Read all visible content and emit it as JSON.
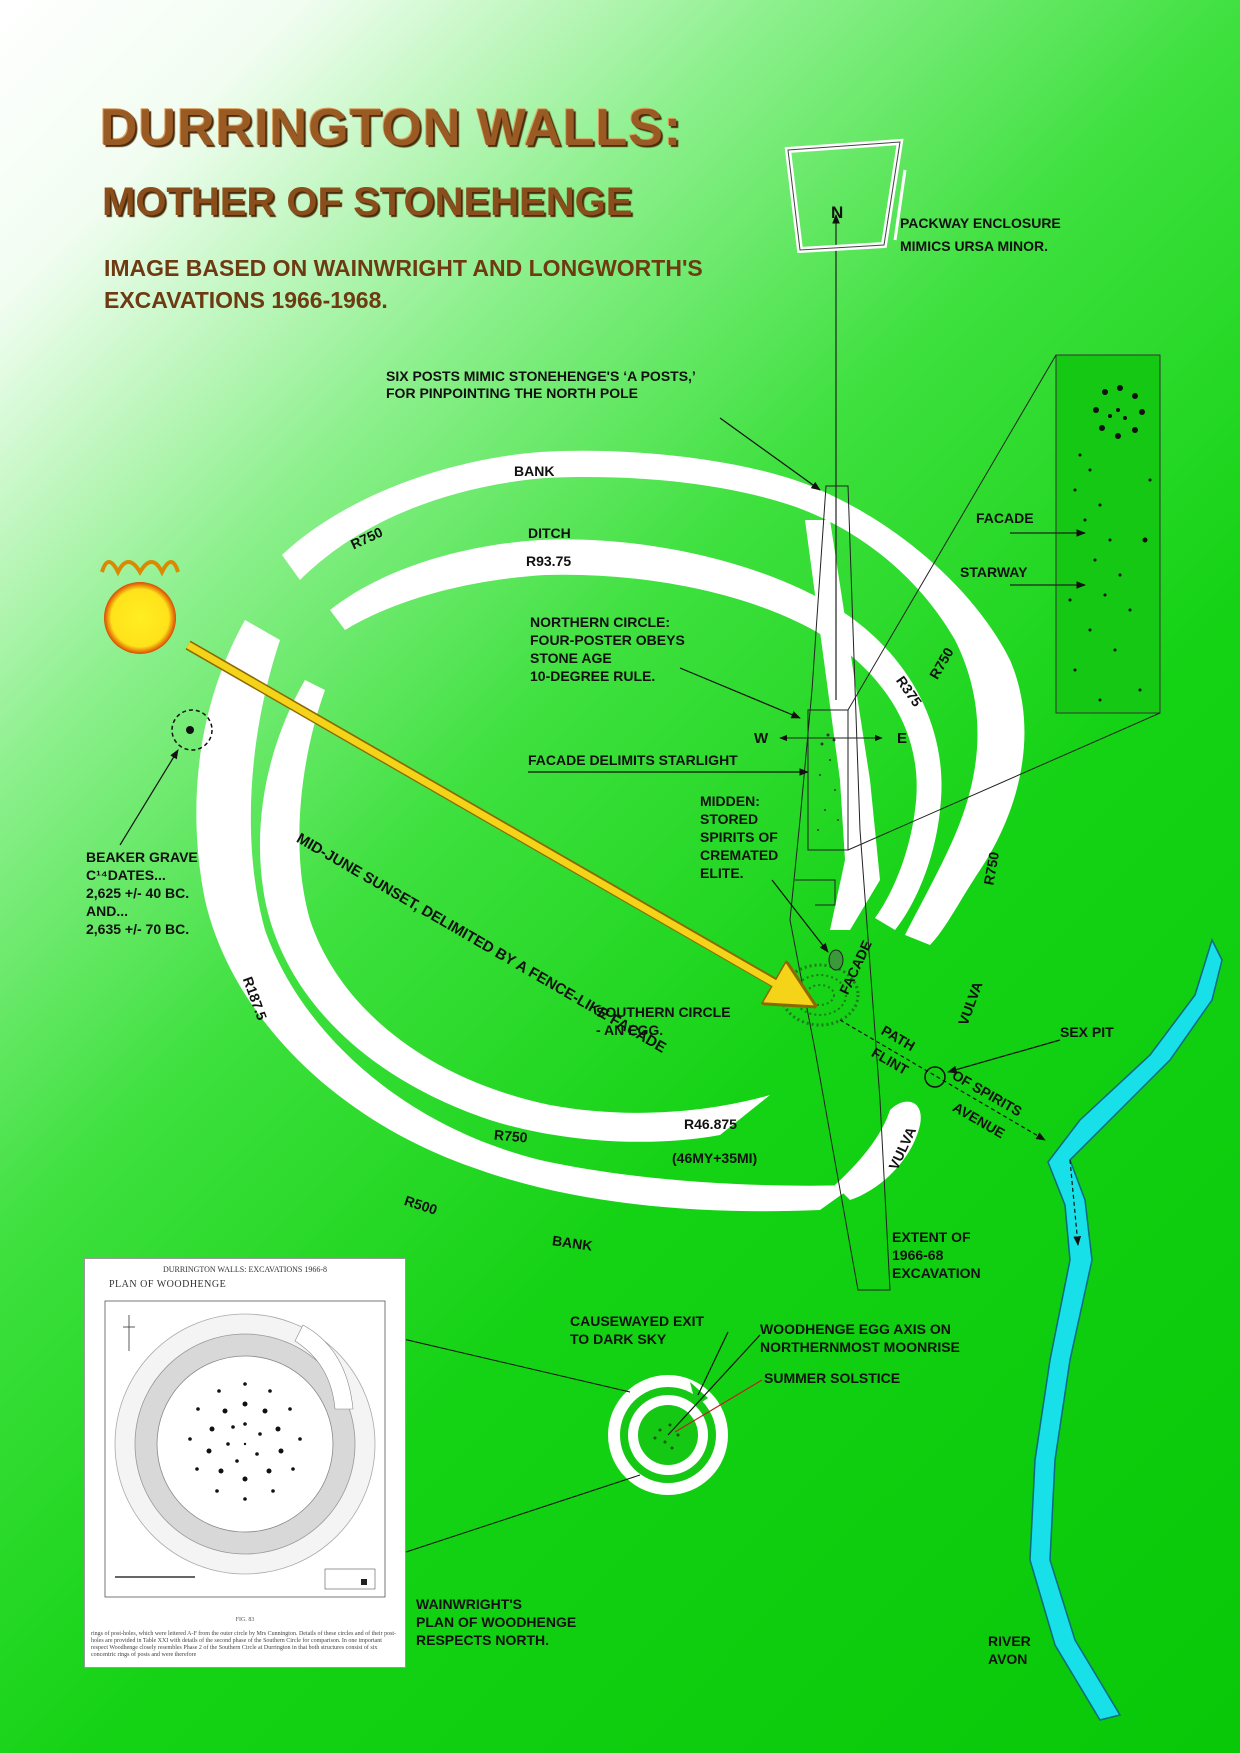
{
  "title": "DURRINGTON WALLS:",
  "subtitle": "MOTHER OF STONEHENGE",
  "byline": "IMAGE BASED ON WAINWRIGHT AND LONGWORTH'S EXCAVATIONS 1966-1968.",
  "compass": {
    "north": "N",
    "west": "W",
    "east": "E"
  },
  "labels": {
    "packway": [
      "PACKWAY ENCLOSURE",
      "MIMICS URSA MINOR."
    ],
    "six_posts": [
      "SIX POSTS MIMIC STONEHENGE'S ‘A POSTS,’",
      "FOR PINPOINTING THE NORTH POLE"
    ],
    "bank_top": "BANK",
    "ditch": "DITCH",
    "r93": "R93.75",
    "r750_a": "R750",
    "r750_b": "R750",
    "r750_c": "R750",
    "r750_d": "R750",
    "r375": "R375",
    "r187": "R187.5",
    "r500": "R500",
    "r46": "R46.875",
    "r46_note": "(46MY+35MI)",
    "bank_bottom": "BANK",
    "northern_circle": [
      "NORTHERN CIRCLE:",
      "FOUR-POSTER  OBEYS",
      "STONE AGE",
      "10-DEGREE RULE."
    ],
    "facade_limits": "FACADE DELIMITS STARLIGHT",
    "midden": [
      "MIDDEN:",
      "STORED",
      "SPIRITS OF",
      "CREMATED",
      "ELITE."
    ],
    "sunset": "MID-JUNE SUNSET, DELIMITED BY A FENCE-LIKE FACADE",
    "beaker": [
      "BEAKER GRAVE",
      "C¹⁴DATES...",
      "2,625 +/- 40 BC.",
      "AND...",
      "2,635 +/- 70 BC."
    ],
    "southern_circle": [
      "SOUTHERN CIRCLE",
      "- AN EGG."
    ],
    "facade_rot": "FACADE",
    "path": "PATH",
    "flint": "FLINT",
    "of_spirits": "OF SPIRITS",
    "avenue": "AVENUE",
    "sex_pit": "SEX PIT",
    "vulva_a": "VULVA",
    "vulva_b": "VULVA",
    "extent": [
      "EXTENT OF",
      "1966-68",
      "EXCAVATION"
    ],
    "inset_facade": "FACADE",
    "inset_starway": "STARWAY",
    "causewayed": [
      "CAUSEWAYED EXIT",
      "TO DARK SKY"
    ],
    "woodhenge_axis": [
      "WOODHENGE EGG AXIS ON",
      "NORTHERNMOST MOONRISE"
    ],
    "summer_solstice": "SUMMER SOLSTICE",
    "wainwright": [
      "WAINWRIGHT'S",
      "PLAN OF WOODHENGE",
      "RESPECTS NORTH."
    ],
    "river": [
      "RIVER",
      "AVON"
    ]
  },
  "inset_plan": {
    "header": "DURRINGTON WALLS: EXCAVATIONS 1966-8",
    "title": "PLAN OF WOODHENGE",
    "fig": "FIG. 83",
    "caption": "rings of post-holes, which were lettered A-F from the outer circle by Mrs Cunnington. Details of these circles and of their post-holes are provided in Table XXI with details of the second phase of the Southern Circle for comparison. In one important respect Woodhenge closely resembles Phase 2 of the Southern Circle at Durrington in that both structures consist of six concentric rings of posts and were therefore"
  },
  "colors": {
    "title": "#9a5a24",
    "earthwork": "#ffffff",
    "river": "#18e0e8",
    "sun": "#ffee22",
    "sunset_arrow": "#f5d318"
  }
}
